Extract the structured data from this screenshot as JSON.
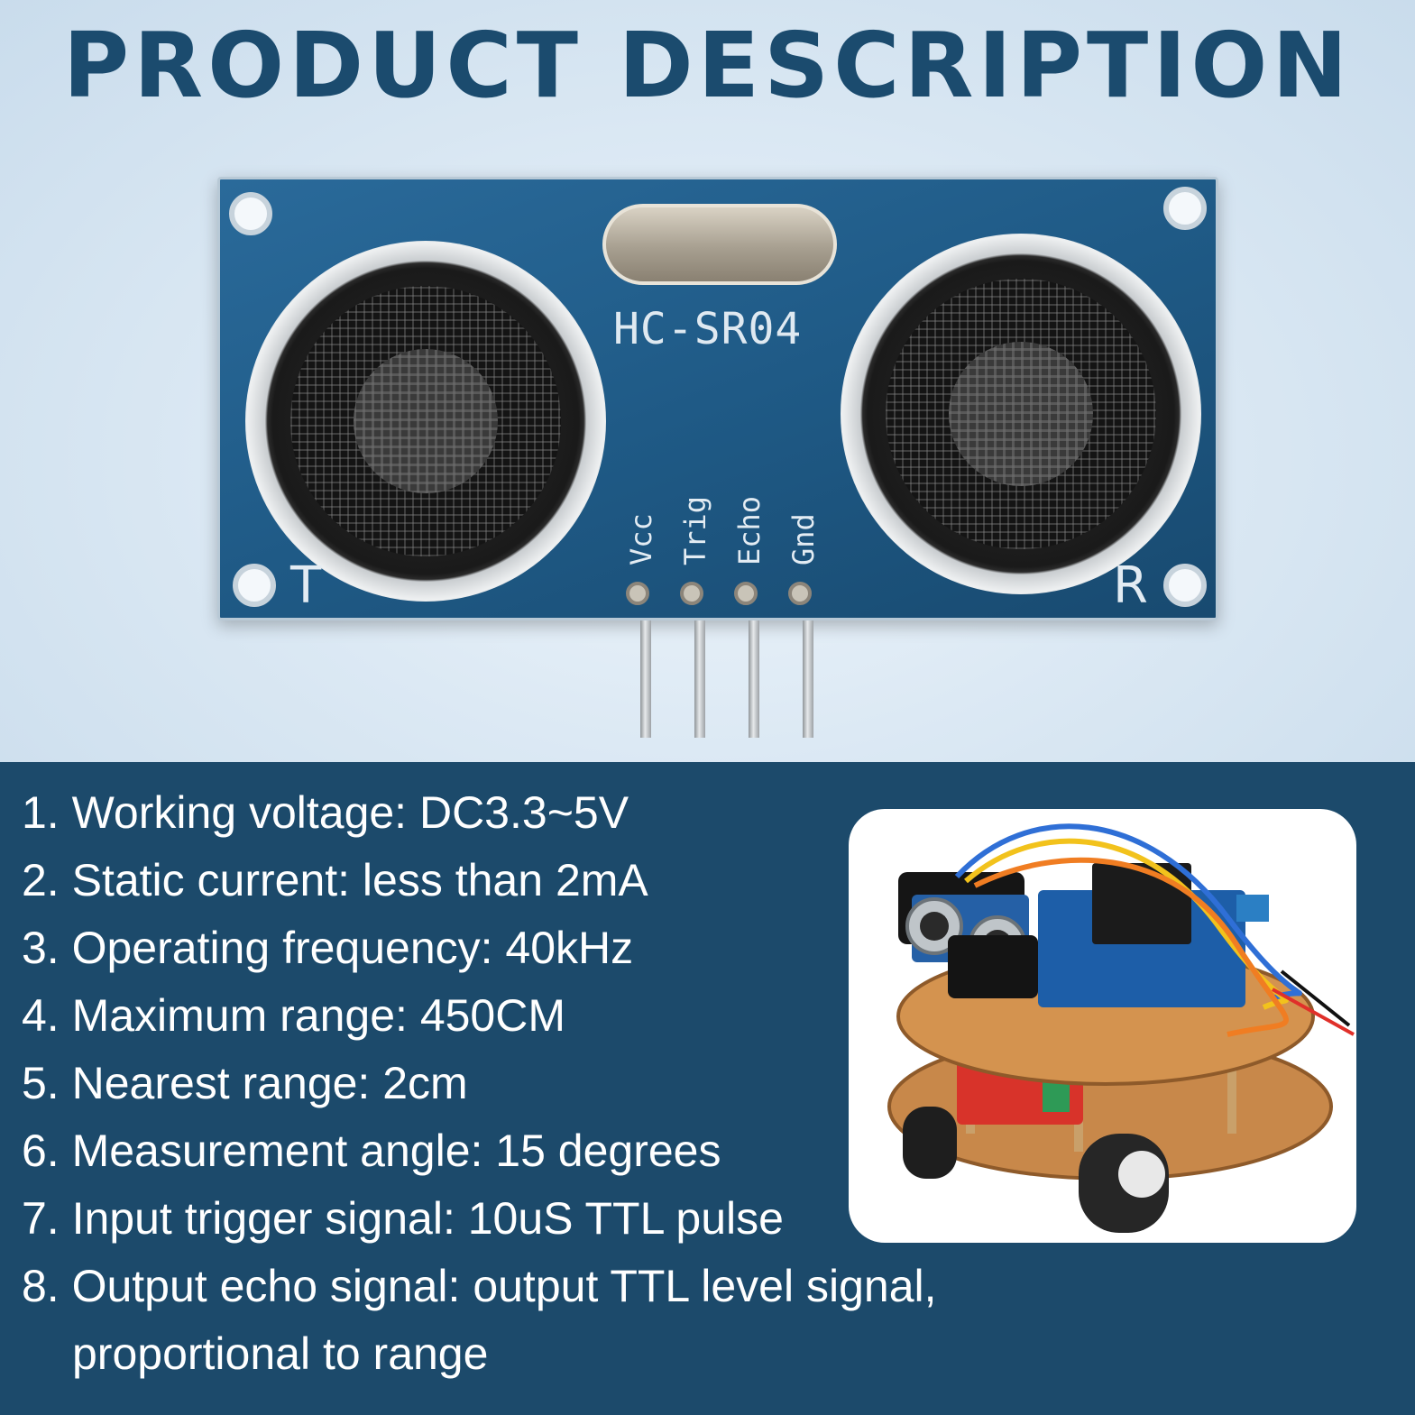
{
  "header": {
    "title": "PRODUCT DESCRIPTION"
  },
  "sensor": {
    "model": "HC-SR04",
    "transmitter_letter": "T",
    "receiver_letter": "R",
    "pins": [
      "Vcc",
      "Trig",
      "Echo",
      "Gnd"
    ],
    "board_color": "#1f5a86"
  },
  "specs": [
    "1. Working voltage: DC3.3~5V",
    "2. Static current: less than 2mA",
    "3. Operating frequency: 40kHz",
    "4. Maximum range: 450CM",
    "5. Nearest range: 2cm",
    "6. Measurement angle: 15 degrees",
    "7. Input trigger signal: 10uS TTL pulse",
    "8. Output echo signal: output TTL level signal,"
  ],
  "specs_continuation": "proportional to range",
  "colors": {
    "title": "#1b4b6e",
    "panel": "#1c4a6b",
    "text": "#ffffff"
  }
}
